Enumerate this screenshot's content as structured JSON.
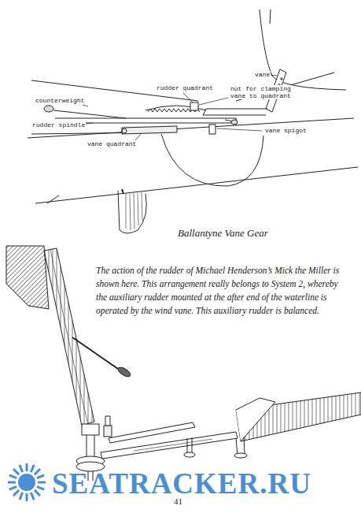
{
  "diagram": {
    "labels": [
      "vane",
      "rudder quadrant",
      "nut for clamping vane to quadrant",
      "counterweight",
      "rudder spindle",
      "vane spigot",
      "vane quadrant",
      "Ballantyne Vane Gear",
      "The action of the rudder of Michael Henderson’s Mick the Miller is shown here. This arrangement really belongs to System 2, whereby the auxiliary rudder mounted at the after end of the waterline is operated by the wind vane. This auxiliary rudder is balanced.",
      "41",
      "SEATRACKER.RU"
    ]
  }
}
